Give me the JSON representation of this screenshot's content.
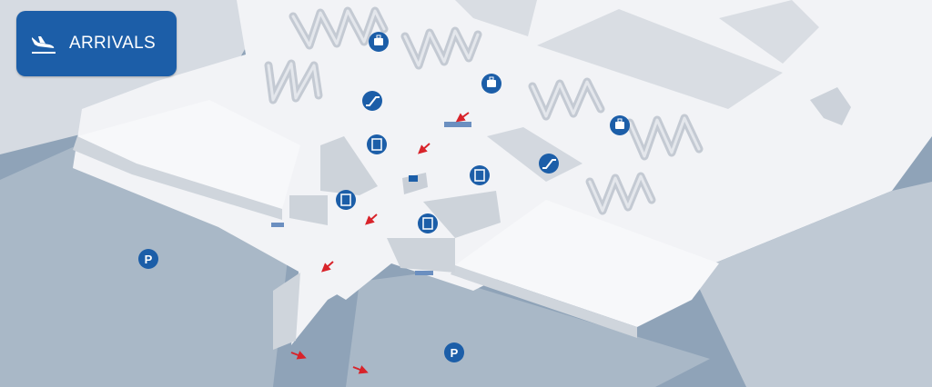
{
  "header": {
    "title": "ARRIVALS",
    "icon": "arrivals-plane-icon"
  },
  "colors": {
    "brand": "#1c5ea8",
    "ground": "#8fa3b8",
    "parking_surface": "#a8b8c8",
    "concourse_floor": "#f2f3f6",
    "building": "#cfd4db",
    "arrow": "#d8232a"
  },
  "parking": [
    {
      "label": "P"
    },
    {
      "label": "P"
    }
  ],
  "icons": {
    "baggage": "baggage-claim-icon",
    "escalator": "escalator-icon",
    "elevator": "elevator-icon",
    "arrow": "red-arrow-icon",
    "info_desk": "info-desk-icon"
  }
}
